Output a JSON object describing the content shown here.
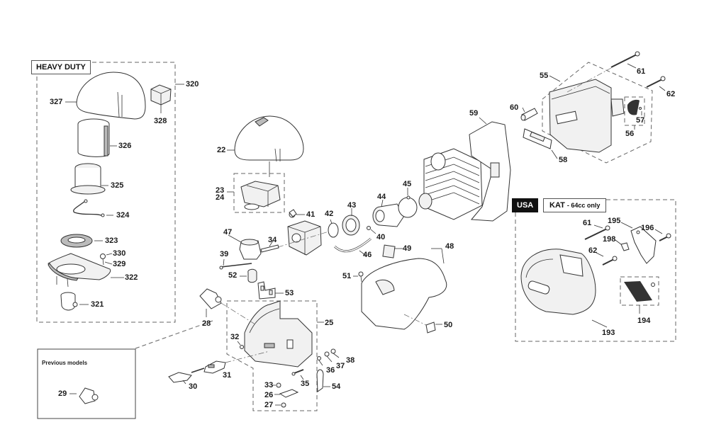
{
  "diagram": {
    "type": "exploded-parts-diagram",
    "groups": {
      "heavy_duty": {
        "title": "HEAVY DUTY",
        "group_number": "320"
      },
      "previous_models": {
        "title": "Previous models"
      },
      "usa_kat": {
        "badge": "USA",
        "title": "KAT",
        "subtitle": "- 64cc only"
      }
    },
    "labels": {
      "p320": "320",
      "p327": "327",
      "p328": "328",
      "p326": "326",
      "p325": "325",
      "p324": "324",
      "p323": "323",
      "p330": "330",
      "p329": "329",
      "p322": "322",
      "p321": "321",
      "p22": "22",
      "p23": "23",
      "p24": "24",
      "p41": "41",
      "p47": "47",
      "p34": "34",
      "p39": "39",
      "p52": "52",
      "p53": "53",
      "p42": "42",
      "p43": "43",
      "p44": "44",
      "p45": "45",
      "p40": "40",
      "p46": "46",
      "p49": "49",
      "p48": "48",
      "p51": "51",
      "p50": "50",
      "p25": "25",
      "p28": "28",
      "p32": "32",
      "p31": "31",
      "p30": "30",
      "p33": "33",
      "p26": "26",
      "p27": "27",
      "p35": "35",
      "p36": "36",
      "p37": "37",
      "p38": "38",
      "p54": "54",
      "p29": "29",
      "p55": "55",
      "p61a": "61",
      "p62a": "62",
      "p59": "59",
      "p60": "60",
      "p56": "56",
      "p57": "57",
      "p58": "58",
      "p61b": "61",
      "p195": "195",
      "p196": "196",
      "p198": "198",
      "p62b": "62",
      "p193": "193",
      "p194": "194"
    }
  }
}
